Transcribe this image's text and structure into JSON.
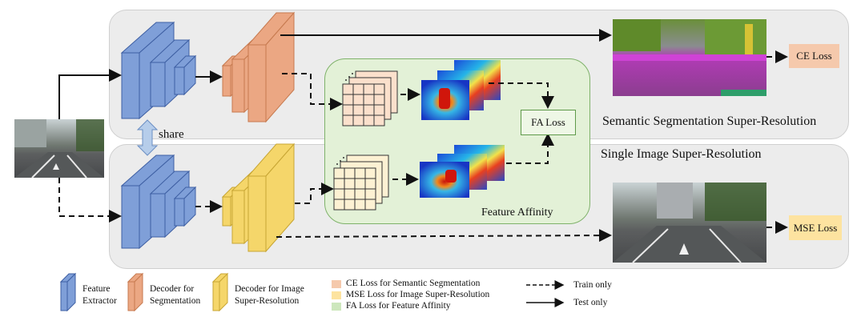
{
  "top_title": "Semantic Segmentation Super-Resolution",
  "bottom_title": "Single Image Super-Resolution",
  "share": "share",
  "ce_loss": "CE Loss",
  "mse_loss": "MSE Loss",
  "fa_loss": "FA Loss",
  "feature_affinity": "Feature Affinity",
  "legend": {
    "feature_extractor": [
      "Feature",
      "Extractor"
    ],
    "decoder_seg": [
      "Decoder for",
      "Segmentation"
    ],
    "decoder_sr": [
      "Decoder for Image",
      "Super-Resolution"
    ],
    "ce_desc": "CE Loss for Semantic Segmentation",
    "mse_desc": "MSE Loss for Image Super-Resolution",
    "fa_desc": "FA Loss for Feature Affinity",
    "train_only": "Train only",
    "test_only": "Test only"
  },
  "colors": {
    "encoder": "#7f9fd8",
    "seg_decoder": "#eba783",
    "sr_decoder": "#f5d66a",
    "ce": "#f5c9ac",
    "mse": "#fde3a0",
    "fa": "#cde7bd"
  }
}
